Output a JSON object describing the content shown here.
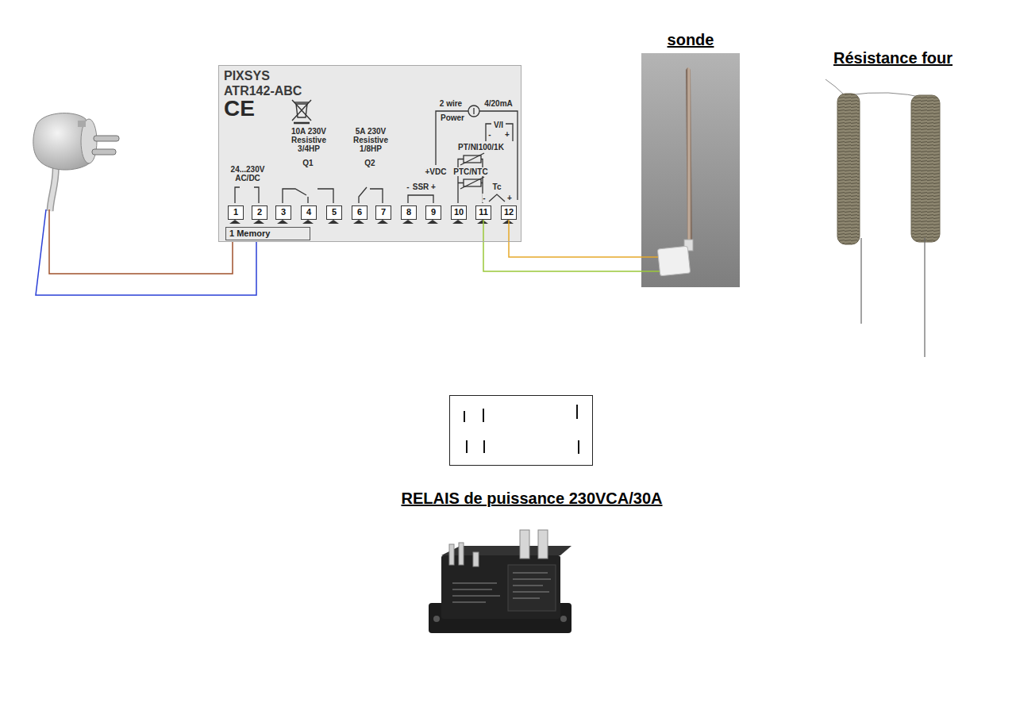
{
  "diagram": {
    "nodes": [
      {
        "text": [
          "PIXSYS",
          "ATR142-ABC"
        ]
      },
      {
        "text": [
          "1"
        ],
        "in": 0
      },
      {
        "text": [
          "2"
        ],
        "in": 0
      },
      {
        "text": [
          "3"
        ],
        "in": 0
      },
      {
        "text": [
          "4"
        ],
        "in": 0
      },
      {
        "text": [
          "5"
        ],
        "in": 0
      },
      {
        "text": [
          "6"
        ],
        "in": 0
      },
      {
        "text": [
          "7"
        ],
        "in": 0
      },
      {
        "text": [
          "8"
        ],
        "in": 0
      },
      {
        "text": [
          "9"
        ],
        "in": 0
      },
      {
        "text": [
          "10"
        ],
        "in": 0
      },
      {
        "text": [
          "11"
        ],
        "in": 0
      },
      {
        "text": [
          "12"
        ],
        "in": 0
      },
      {
        "text": [
          "1 Memory"
        ],
        "in": 0
      },
      {
        "text": [
          "sonde"
        ]
      },
      {
        "text": [
          "Résistance four"
        ]
      },
      {
        "text": [
          "RELAIS de puissance 230VCA/30A"
        ]
      }
    ],
    "edges": [
      {
        "from": 11,
        "to": 14,
        "arrow": "none"
      },
      {
        "from": 12,
        "to": 14,
        "arrow": "none"
      }
    ],
    "labels": [
      "CE",
      "24...230V AC/DC",
      "10A 230V Resistive 3/4HP",
      "Q1",
      "5A 230V Resistive 1/8HP",
      "Q2",
      "+VDC",
      "-",
      "SSR",
      "+",
      "2 wire",
      "4/20mA",
      "Power",
      "V/I",
      "-",
      "+",
      "PT/NI100/1K",
      "PTC/NTC",
      "Tc",
      "-",
      "+"
    ]
  }
}
